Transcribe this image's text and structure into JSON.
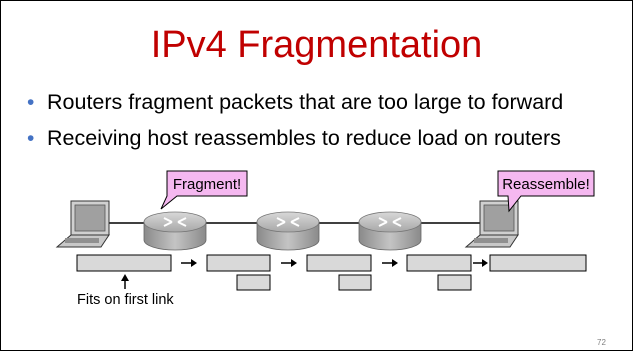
{
  "slide": {
    "title": "IPv4 Fragmentation",
    "bullets": [
      "Routers fragment packets that are too large to forward",
      "Receiving host reassembles to reduce load on routers"
    ],
    "callouts": {
      "fragment": "Fragment!",
      "reassemble": "Reassemble!"
    },
    "note": "Fits on first link",
    "slide_number": "72"
  },
  "colors": {
    "title": "#c00000",
    "bullet": "#4472c4",
    "callout_fill": "#f5b8f0",
    "packet_fill": "#d9d9d9",
    "router_fill": "#b0b0b0"
  },
  "icons": [
    "laptop-icon",
    "router-icon",
    "arrow-right-icon",
    "arrow-up-icon"
  ]
}
